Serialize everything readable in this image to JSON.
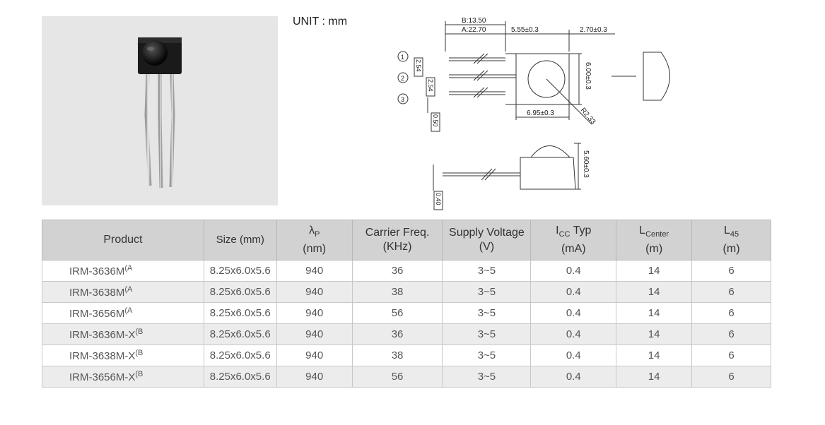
{
  "unit_label": "UNIT : mm",
  "dimensions": {
    "B": "B:13.50",
    "A": "A:22.70",
    "d1": "5.55±0.3",
    "d2": "2.70±0.3",
    "height": "6.00±0.3",
    "width": "6.95±0.3",
    "radius": "R2.33",
    "pitch1": "2.54",
    "pitch2": "2.54",
    "lead": "0.50",
    "depth": "5.60±0.3",
    "lead2": "0.40",
    "pin1": "1",
    "pin2": "2",
    "pin3": "3"
  },
  "table": {
    "headers": {
      "product": "Product",
      "size": "Size (mm)",
      "lambda_main": "λ",
      "lambda_sub": "P",
      "lambda_unit": "(nm)",
      "carrier": "Carrier Freq.",
      "carrier_unit": "(KHz)",
      "supply": "Supply Voltage",
      "supply_unit": "(V)",
      "icc_main": "I",
      "icc_sub": "CC",
      "icc_rest": " Typ",
      "icc_unit": "(mA)",
      "lc_main": "L",
      "lc_sub": "Center",
      "lc_unit": "(m)",
      "l45_main": "L",
      "l45_sub": "45",
      "l45_unit": "(m)"
    },
    "rows": [
      {
        "product": "IRM-3636M",
        "note": "(A",
        "size": "8.25x6.0x5.6",
        "lambda": "940",
        "carrier": "36",
        "supply": "3~5",
        "icc": "0.4",
        "lcenter": "14",
        "l45": "6"
      },
      {
        "product": "IRM-3638M",
        "note": "(A",
        "size": "8.25x6.0x5.6",
        "lambda": "940",
        "carrier": "38",
        "supply": "3~5",
        "icc": "0.4",
        "lcenter": "14",
        "l45": "6"
      },
      {
        "product": "IRM-3656M",
        "note": "(A",
        "size": "8.25x6.0x5.6",
        "lambda": "940",
        "carrier": "56",
        "supply": "3~5",
        "icc": "0.4",
        "lcenter": "14",
        "l45": "6"
      },
      {
        "product": "IRM-3636M-X",
        "note": "(B",
        "size": "8.25x6.0x5.6",
        "lambda": "940",
        "carrier": "36",
        "supply": "3~5",
        "icc": "0.4",
        "lcenter": "14",
        "l45": "6"
      },
      {
        "product": "IRM-3638M-X",
        "note": "(B",
        "size": "8.25x6.0x5.6",
        "lambda": "940",
        "carrier": "38",
        "supply": "3~5",
        "icc": "0.4",
        "lcenter": "14",
        "l45": "6"
      },
      {
        "product": "IRM-3656M-X",
        "note": "(B",
        "size": "8.25x6.0x5.6",
        "lambda": "940",
        "carrier": "56",
        "supply": "3~5",
        "icc": "0.4",
        "lcenter": "14",
        "l45": "6"
      }
    ]
  }
}
